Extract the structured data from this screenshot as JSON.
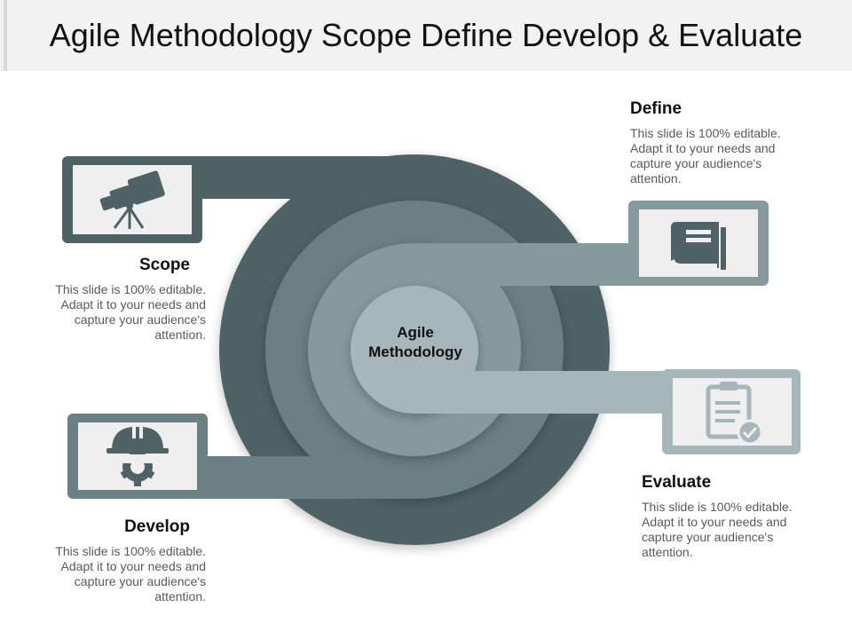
{
  "title": "Agile Methodology Scope Define Develop & Evaluate",
  "center": {
    "line1": "Agile",
    "line2": "Methodology"
  },
  "stages": {
    "scope": {
      "heading": "Scope",
      "text": "This slide is 100% editable. Adapt it to your needs and capture your audience's attention.",
      "icon": "telescope-icon"
    },
    "define": {
      "heading": "Define",
      "text": "This slide is 100% editable. Adapt it to your needs and capture your audience's attention.",
      "icon": "book-icon"
    },
    "develop": {
      "heading": "Develop",
      "text": "This slide is 100% editable. Adapt it to your needs and capture your audience's attention.",
      "icon": "hardhat-gear-icon"
    },
    "evaluate": {
      "heading": "Evaluate",
      "text": "This slide is 100% editable. Adapt it to your needs and capture your audience's attention.",
      "icon": "clipboard-check-icon"
    }
  },
  "colors": {
    "ring_outer": "#4f6266",
    "ring_second": "#6b8085",
    "ring_third": "#86999d",
    "ring_inner": "#a7b6ba",
    "icon_panel": "#efefef",
    "title_bar": "#f2f2f2"
  }
}
